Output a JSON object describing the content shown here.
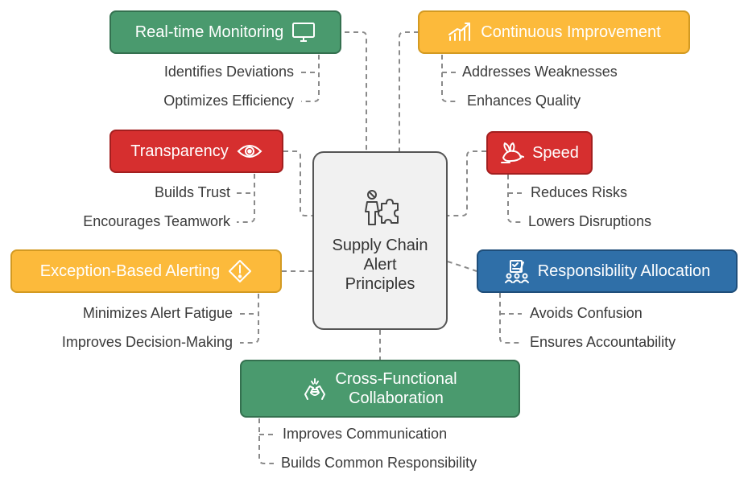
{
  "center": {
    "title": "Supply Chain Alert Principles",
    "icon": "person-puzzle-icon"
  },
  "nodes": {
    "realtime": {
      "label": "Real-time Monitoring",
      "icon": "monitor-icon",
      "color": "#4a9a6e",
      "items": [
        "Identifies Deviations",
        "Optimizes Efficiency"
      ]
    },
    "continuous": {
      "label": "Continuous Improvement",
      "icon": "growth-chart-icon",
      "color": "#fcba3b",
      "items": [
        "Addresses Weaknesses",
        "Enhances Quality"
      ]
    },
    "transparency": {
      "label": "Transparency",
      "icon": "eye-icon",
      "color": "#d62f2f",
      "items": [
        "Builds Trust",
        "Encourages Teamwork"
      ]
    },
    "speed": {
      "label": "Speed",
      "icon": "rabbit-icon",
      "color": "#d62f2f",
      "items": [
        "Reduces Risks",
        "Lowers Disruptions"
      ]
    },
    "exception": {
      "label": "Exception-Based Alerting",
      "icon": "warning-diamond-icon",
      "color": "#fcba3b",
      "items": [
        "Minimizes Alert Fatigue",
        "Improves Decision-Making"
      ]
    },
    "responsibility": {
      "label": "Responsibility Allocation",
      "icon": "team-checklist-icon",
      "color": "#2f6fa8",
      "items": [
        "Avoids Confusion",
        "Ensures Accountability"
      ]
    },
    "crossfunctional": {
      "label_line1": "Cross-Functional",
      "label_line2": "Collaboration",
      "icon": "hands-together-icon",
      "color": "#4a9a6e",
      "items": [
        "Improves Communication",
        "Builds Common Responsibility"
      ]
    }
  }
}
